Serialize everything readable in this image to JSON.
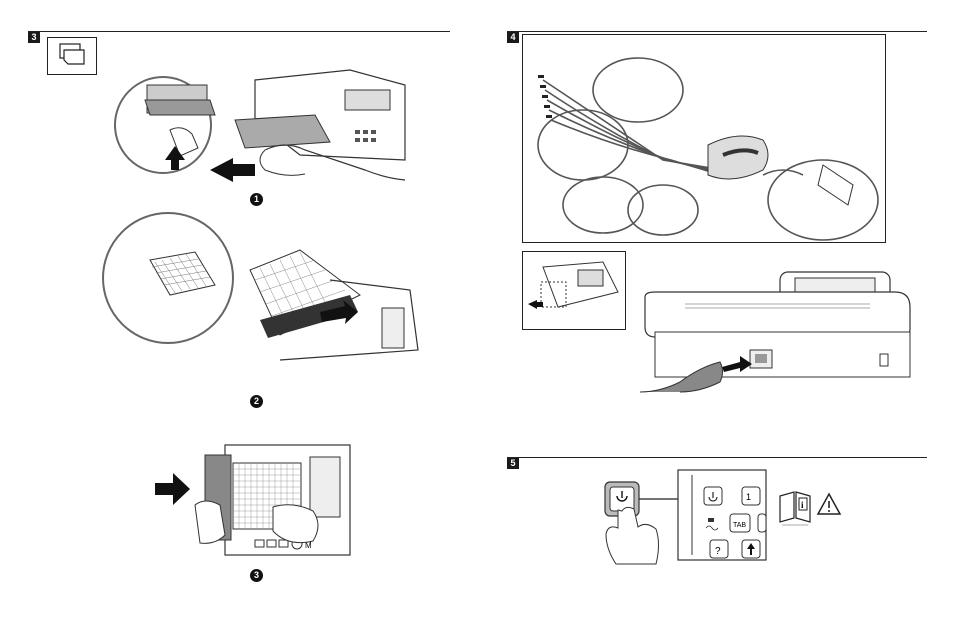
{
  "sections": {
    "s3": {
      "number": "3",
      "steps": [
        "1",
        "2",
        "3"
      ]
    },
    "s4": {
      "number": "4"
    },
    "s5": {
      "number": "5"
    }
  },
  "panel_labels": {
    "paper_letter": "M",
    "key_tab": "TAB",
    "key_help": "?",
    "key_11": "1",
    "info_letter": "i"
  },
  "icons": {
    "paper_icon": "paper-stack-icon",
    "manual_icon": "manual-book-icon",
    "warning_icon": "warning-triangle-icon",
    "power_icon": "power-icon"
  }
}
